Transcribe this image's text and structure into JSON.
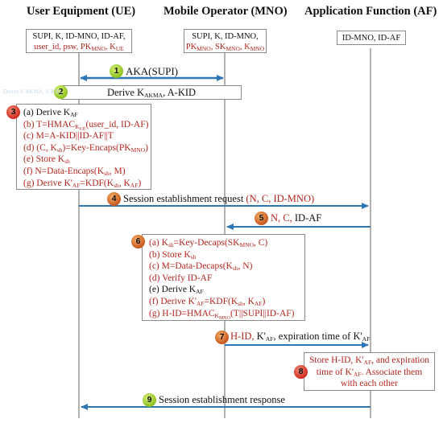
{
  "headers": {
    "ue": "User Equipment (UE)",
    "mno": "Mobile Operator (MNO)",
    "af": "Application Function (AF)"
  },
  "init_boxes": {
    "ue": {
      "line1": "SUPI, K, ID-MNO, ID-AF,",
      "line2_red_a": "user_id, psw, PK",
      "line2_sub_a": "MNO",
      "line2_red_b": ", K",
      "line2_sub_b": "UE"
    },
    "mno": {
      "line1": "SUPI, K, ID-MNO,",
      "line2_red_a": "PK",
      "line2_sub_a": "MNO",
      "line2_red_b": ", SK",
      "line2_sub_b": "MNO",
      "line2_red_c": ", K",
      "line2_sub_c": "MNO"
    },
    "af": {
      "line1": "ID-MNO, ID-AF"
    }
  },
  "steps": {
    "s1": {
      "num": "1",
      "text": "AKA(SUPI)"
    },
    "s2": {
      "num": "2",
      "text_a": "Derive K",
      "sub": "AKMA",
      "text_b": ", A-KID",
      "faint": "Derive K  AKMA, A-KID"
    },
    "s3": {
      "num": "3",
      "lines": [
        "(a) Derive K_AF",
        "(b) T=HMAC_KUE(user_id, ID-AF)",
        "(c) M=A-KID||ID-AF||T",
        "(d) (C, K_sh)=Key-Encaps(PK_MNO)",
        "(e) Store K_sh",
        "(f) N=Data-Encaps(K_sh, M)",
        "(g) Derive K'_AF=KDF(K_sh, K_AF)"
      ]
    },
    "s4": {
      "num": "4",
      "text": "Session establishment request",
      "red": "(N, C, ID-MNO)"
    },
    "s5": {
      "num": "5",
      "red": "N, C,",
      "text": "ID-AF"
    },
    "s6": {
      "num": "6",
      "lines": [
        "(a) K_sh=Key-Decaps(SK_MNO, C)",
        "(b) Store K_sh",
        "(c) M=Data-Decaps(K_sh, N)",
        "(d) Verify ID-AF",
        "(e) Derive K_AF",
        "(f) Derive K'_AF=KDF(K_sh, K_AF)",
        "(g) H-ID=HMAC_KMNO(T||SUPI||ID-AF)"
      ]
    },
    "s7": {
      "num": "7",
      "red": "H-ID,",
      "text": "K'_AF, expiration time of K'_AF"
    },
    "s8": {
      "num": "8",
      "lines": [
        "Store H-ID, K'_AF, and expiration",
        "time of K'_AF. Associate them",
        "with each other"
      ]
    },
    "s9": {
      "num": "9",
      "text": "Session establishment response"
    }
  },
  "colors": {
    "arrow": "#2e75b6",
    "red_text": "#b3261e",
    "lifeline": "#666666",
    "box_border": "#8a8a8a"
  }
}
